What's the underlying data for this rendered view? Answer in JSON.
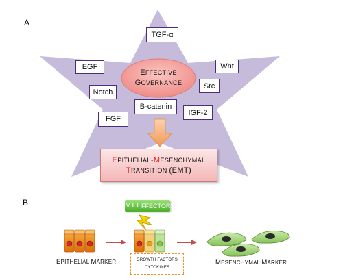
{
  "panel_a": {
    "label": "A",
    "center": {
      "line1_first": "E",
      "line1_rest": "FFECTIVE",
      "line2_first": "G",
      "line2_rest": "OVERNANCE"
    },
    "factors": {
      "tgf_alpha": "TGF-α",
      "egf": "EGF",
      "wnt": "Wnt",
      "notch": "Notch",
      "src": "Src",
      "fgf": "FGF",
      "b_catenin": "B-catenin",
      "igf2": "IGF-2"
    },
    "emt": {
      "e_cap": "E",
      "e_rest": "PITHELIAL",
      "dash": "-",
      "m_cap": "M",
      "m_rest": "ESENCHYMAL",
      "t_cap": "T",
      "t_rest": "RANSITION",
      "abbr": "(EMT)"
    },
    "colors": {
      "star": "#c6bbdb",
      "box_border": "#4b2c7d",
      "ellipse": "#f39a96",
      "arrow": "#f5b27a"
    }
  },
  "panel_b": {
    "label": "B",
    "effectors": {
      "abbr": "EMT",
      "first": "E",
      "rest": "FFECTORS"
    },
    "epithelial": {
      "first1": "E",
      "rest1": "PITHELIAL",
      "first2": "M",
      "rest2": "ARKER"
    },
    "mesenchymal": {
      "first1": "M",
      "rest1": "ESENCHYMAL",
      "first2": "M",
      "rest2": "ARKER"
    },
    "growth": {
      "line1": "GROWTH FACTORS",
      "line2": "CYTOKINES"
    },
    "colors": {
      "epithelial_cell": "#f08a1a",
      "nucleus": "#cc2a2a",
      "mesenchymal_cell": "#9fd07a",
      "arrow": "#c0504d",
      "bolt": "#f5d400"
    }
  }
}
